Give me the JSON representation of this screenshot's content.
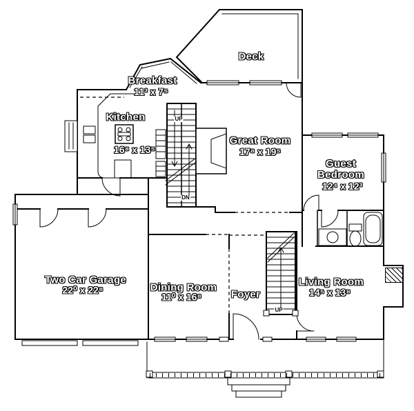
{
  "document": {
    "type": "house-floor-plan",
    "background": "#ffffff",
    "line_color": "#000000"
  },
  "rooms": {
    "deck": {
      "name": "Deck",
      "dims": ""
    },
    "breakfast": {
      "name": "Breakfast",
      "dims": "11³ x 7⁵"
    },
    "kitchen": {
      "name": "Kitchen",
      "dims": "16⁸ x 13⁵"
    },
    "great_room": {
      "name": "Great Room",
      "dims": "17⁸ x 19⁵"
    },
    "guest_bedroom": {
      "name": "Guest Bedroom",
      "dims": "12⁴ x 12³"
    },
    "garage": {
      "name": "Two Car Garage",
      "dims": "22⁰ x 22⁸"
    },
    "dining_room": {
      "name": "Dining Room",
      "dims": "11⁰ x 16⁸"
    },
    "foyer": {
      "name": "Foyer",
      "dims": ""
    },
    "living_room": {
      "name": "Living Room",
      "dims": "14⁵ x 13⁸"
    }
  },
  "stairs": {
    "main_up": "UP",
    "main_down": "DN",
    "foyer_up": "UP"
  }
}
